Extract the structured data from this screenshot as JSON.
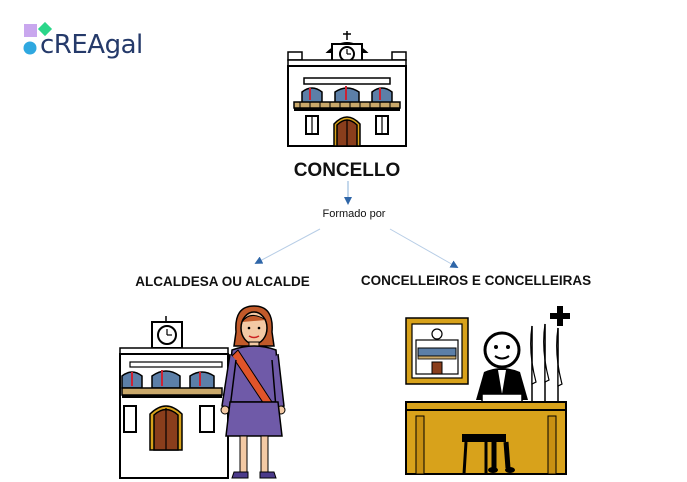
{
  "logo": {
    "text": "cREAgal",
    "colors": {
      "square": "#c9a7ee",
      "diamond": "#2bd68a",
      "dot": "#2fa8e0",
      "text": "#253a6a"
    }
  },
  "diagram": {
    "root": {
      "label": "CONCELLO",
      "icon": "town-hall-icon"
    },
    "edge_label": "Formado por",
    "children": [
      {
        "label": "ALCALDESA OU ALCALDE",
        "icon": "mayor-icon"
      },
      {
        "label": "CONCELLEIROS E CONCELLEIRAS",
        "icon": "councillor-icon"
      }
    ]
  },
  "colors": {
    "arrow": "#2f66a8",
    "ochre": "#d8a21b",
    "purple": "#6f5aa8",
    "sash": "#e0542a",
    "brown": "#8a3e1c"
  }
}
